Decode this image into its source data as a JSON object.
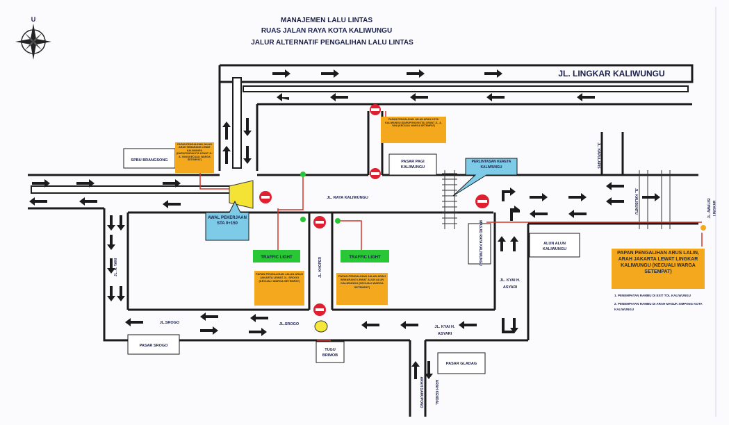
{
  "header": {
    "line1": "MANAJEMEN LALU LINTAS",
    "line2": "RUAS JALAN RAYA KOTA KALIWUNGU",
    "line3": "JALUR ALTERNATIF PENGALIHAN LALU LINTAS"
  },
  "compass": {
    "north": "U",
    "icon": "compass-rose-icon"
  },
  "roads": {
    "lingkar": "JL. LINGKAR KALIWUNGU",
    "raya": "JL. RAYA KALIWUNGU",
    "ayani": "JL. A. YANI",
    "srogo_left": "JL.SROGO",
    "srogo_mid": "JL.SROGO",
    "kyai_asyari_bottom": "JL. KYAI H. ASYARI",
    "kyai_asyari_right": "JL. KYAI H. ASYARI",
    "kh_wahid": "JL. KHOPER",
    "kapulapis": "JL. KAPULAPIS",
    "kalibuntu": "JL. KALIBUNTU",
    "kawalisi": "JL. AWALISI",
    "lingkar_short": "LINGKAR",
    "arah_kendal": "ARAH KENDAL",
    "darupono": "ARAH DARUPONO"
  },
  "places": {
    "spbu": "SPBU BRANGSONG",
    "pasar_pagi": "PASAR PAGI KALIWUNGU",
    "alun_alun": "ALUN ALUN KALIWUNGU",
    "masjid": "MASJID RAYA KALIWUNGU",
    "pasar_srogo": "PASAR SROGO",
    "pasar_gladag": "PASAR GLADAG",
    "tugu": "TUGU BRIMOB"
  },
  "signs": {
    "sign1": "PAPAN PENGALIHAN JALAN ARAH SEMARANG LEWAT KALIWUNGU (DARUPONO/KOTA LEWAT JL. A. YANI (KECUALI WARGA SETEMPAT)",
    "sign2": "PAPAN PENGALIHAN JALAN ARAH KOTA KALIWUNGU (DARUPONO/KOTA) LEWAT JL. A. YANI (KECUALI WARGA SETEMPAT)",
    "sign3": "PAPAN PENGALIHAN JALAN ARAH JAKARTA LEWAT JL. SROGO (KECUALI WARGA SETEMPAT)",
    "sign4": "PAPAN PENGALIHAN JALAN ARAH SEMARANG LEWAT ALUN ALUN KALIWUNGU (KECUALI WARGA SETEMPAT)",
    "sign_right": "PAPAN PENGALIHAN ARUS LALIN, ARAH JAKARTA LEWAT LINGKAR KALIWUNGU (KECUALI WARGA SETEMPAT)",
    "traffic_light_1": "TRAFFIC LIGHT",
    "traffic_light_2": "TRAFFIC LIGHT",
    "awal_pekerjaan": "AWAL PEKERJAAN STA 0+150",
    "perlintasan": "PERLINTASAN KERETA KALIWUNGU"
  },
  "notes": {
    "n1": "1. PENEMPATAN RAMBU DI EXIT TOL KALIWUNGU",
    "n2": "2. PENEMPATAN RAMBU DI ARAH MASUK SIMPANG KOTA KALIWUNGU"
  },
  "colors": {
    "sign_orange": "#f4a81e",
    "sign_green": "#29c635",
    "callout_blue": "#7ecbe8",
    "no_entry_red": "#e02030",
    "road_outline": "#1b1b1b",
    "route_red": "#d6332a"
  }
}
